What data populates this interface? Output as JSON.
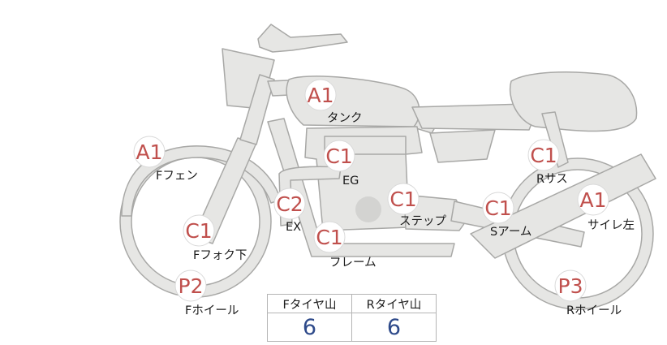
{
  "inspections": {
    "tank": {
      "code": "A1",
      "label": "タンク"
    },
    "front_fender": {
      "code": "A1",
      "label": "Fフェン"
    },
    "engine": {
      "code": "C1",
      "label": "EG"
    },
    "exhaust": {
      "code": "C2",
      "label": "EX"
    },
    "step": {
      "code": "C1",
      "label": "ステップ"
    },
    "rear_suspension": {
      "code": "C1",
      "label": "Rサス"
    },
    "swing_arm": {
      "code": "C1",
      "label": "Sアーム"
    },
    "silencer_left": {
      "code": "A1",
      "label": "サイレ左"
    },
    "front_fork_lower": {
      "code": "C1",
      "label": "Fフォク下"
    },
    "frame": {
      "code": "C1",
      "label": "フレーム"
    },
    "front_wheel": {
      "code": "P2",
      "label": "Fホイール"
    },
    "rear_wheel": {
      "code": "P3",
      "label": "Rホイール"
    }
  },
  "tire_tread": {
    "headers": [
      "Fタイヤ山",
      "Rタイヤ山"
    ],
    "values": [
      "6",
      "6"
    ]
  },
  "colors": {
    "badge_text": "#c0504d",
    "bike_fill": "#e6e6e4",
    "bike_outline": "#a8a8a6",
    "tread_value": "#2e4a8a"
  }
}
